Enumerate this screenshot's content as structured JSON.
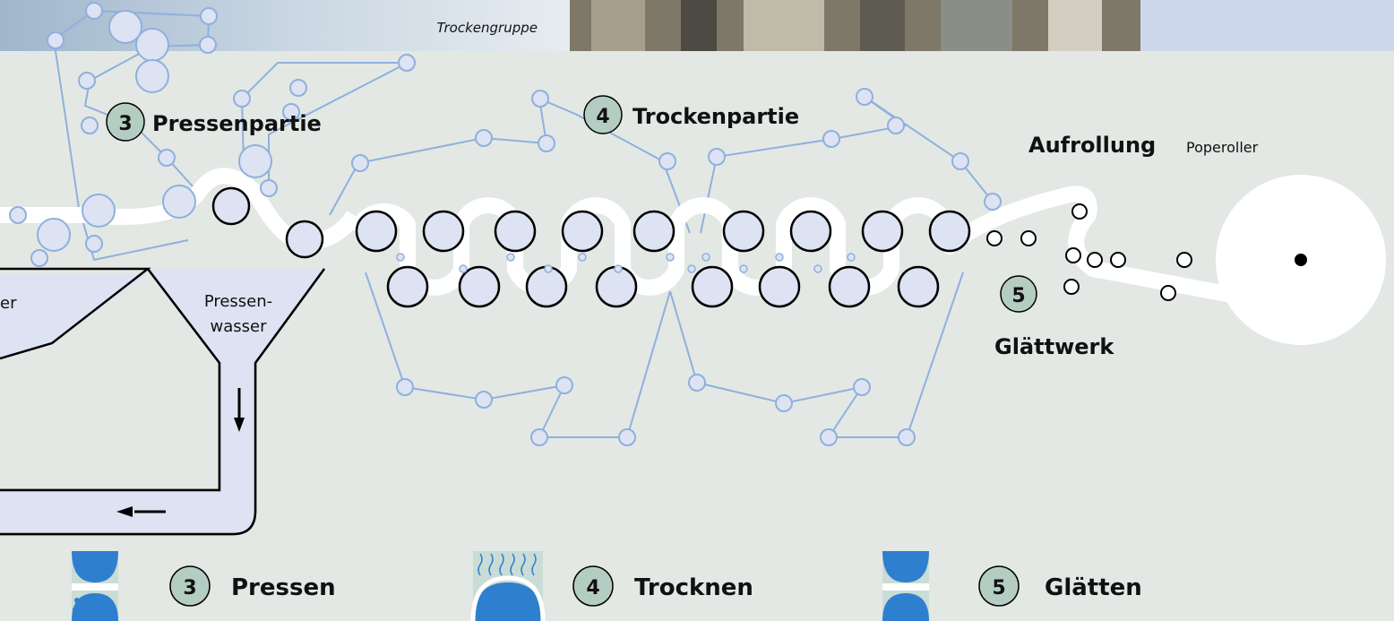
{
  "header": {
    "caption": "Trockengruppe"
  },
  "sections": {
    "press": {
      "number": "3",
      "title": "Pressenpartie"
    },
    "dryer": {
      "number": "4",
      "title": "Trockenpartie"
    },
    "reel": {
      "title": "Aufrollung",
      "subtitle": "Poperoller"
    },
    "calender": {
      "number": "5",
      "title": "Glättwerk"
    },
    "left_cut_label": "er",
    "press_water_line1": "Pressen-",
    "press_water_line2": "wasser"
  },
  "legend": [
    {
      "number": "3",
      "label": "Pressen",
      "icon": "press-nip-icon"
    },
    {
      "number": "4",
      "label": "Trocknen",
      "icon": "drying-cylinder-icon"
    },
    {
      "number": "5",
      "label": "Glätten",
      "icon": "calender-nip-icon"
    }
  ],
  "colors": {
    "background": "#e3e8e4",
    "felt": "#8fb0de",
    "roll_fill": "#dde3f2",
    "badge": "#b4cdc2",
    "icon_blue": "#2f7fcf",
    "web": "#ffffff",
    "header_right": "#ccd7ec"
  }
}
